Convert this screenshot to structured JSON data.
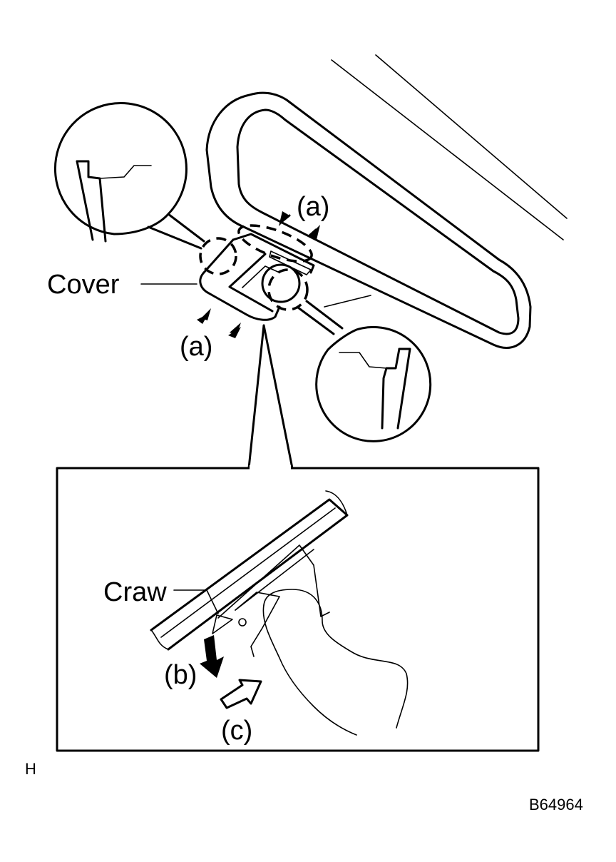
{
  "labels": {
    "cover": "Cover",
    "arrow_a_top": "(a)",
    "arrow_a_bottom": "(a)",
    "craw": "Craw",
    "arrow_b": "(b)",
    "arrow_c": "(c)",
    "corner_mark": "H",
    "figure_code": "B64964"
  }
}
